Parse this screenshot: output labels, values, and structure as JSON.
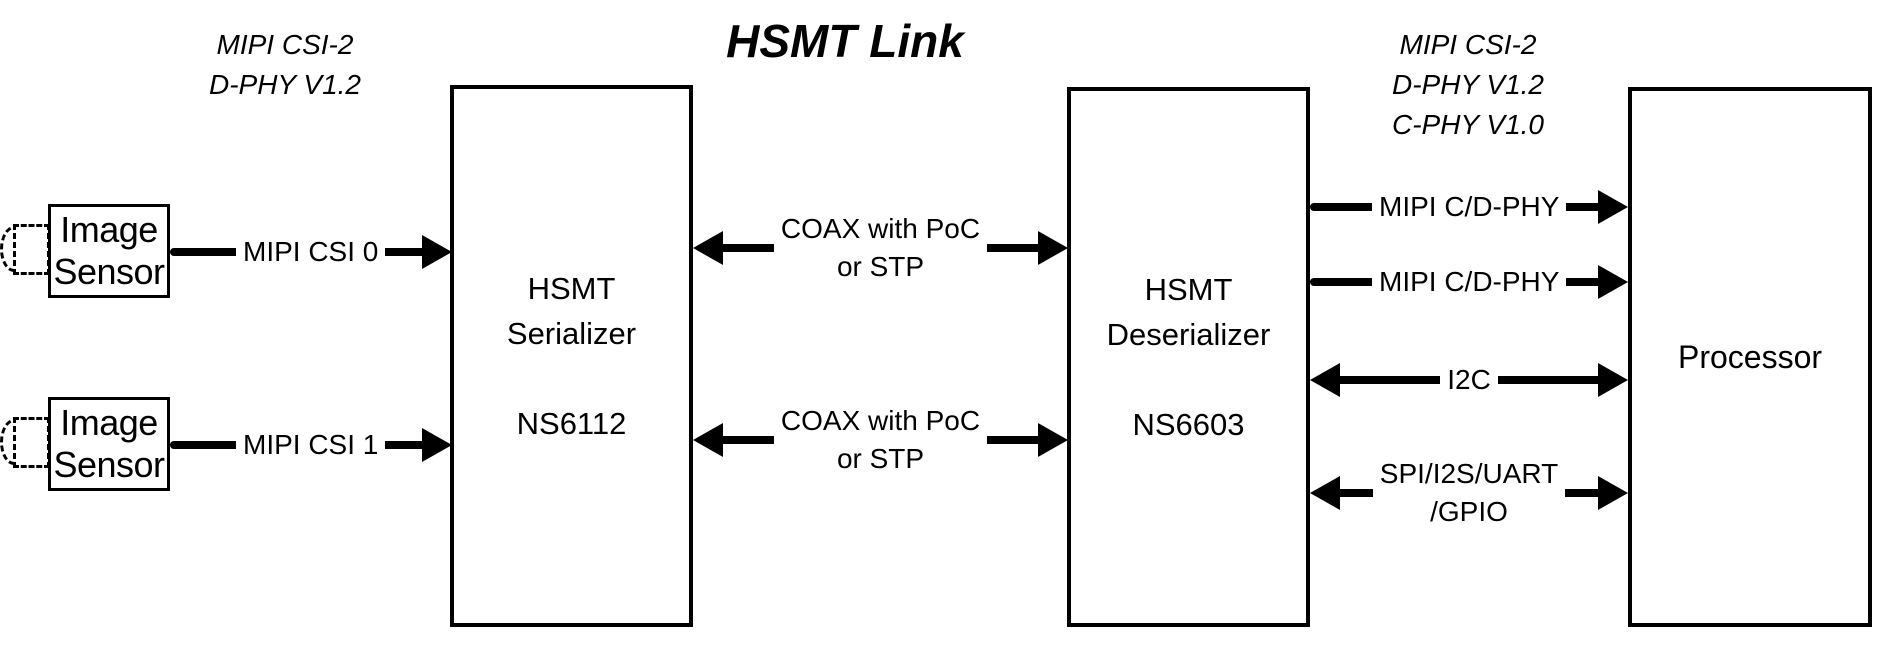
{
  "title": "HSMT Link",
  "annotations": {
    "left": {
      "line1": "MIPI CSI-2",
      "line2": "D-PHY V1.2"
    },
    "right": {
      "line1": "MIPI CSI-2",
      "line2": "D-PHY V1.2",
      "line3": "C-PHY V1.0"
    }
  },
  "blocks": {
    "sensor1": {
      "line1": "Image",
      "line2": "Sensor"
    },
    "sensor2": {
      "line1": "Image",
      "line2": "Sensor"
    },
    "serializer": {
      "line1": "HSMT",
      "line2": "Serializer",
      "part": "NS6112"
    },
    "deserializer": {
      "line1": "HSMT",
      "line2": "Deserializer",
      "part": "NS6603"
    },
    "processor": {
      "label": "Processor"
    }
  },
  "connections": {
    "csi0": {
      "label": "MIPI CSI 0",
      "direction": "right"
    },
    "csi1": {
      "label": "MIPI CSI 1",
      "direction": "right"
    },
    "coax1": {
      "line1": "COAX with PoC",
      "line2": "or STP",
      "direction": "both"
    },
    "coax2": {
      "line1": "COAX with PoC",
      "line2": "or STP",
      "direction": "both"
    },
    "cdphy1": {
      "label": "MIPI C/D-PHY",
      "direction": "right"
    },
    "cdphy2": {
      "label": "MIPI C/D-PHY",
      "direction": "right"
    },
    "i2c": {
      "label": "I2C",
      "direction": "both"
    },
    "spi": {
      "line1": "SPI/I2S/UART",
      "line2": "/GPIO",
      "direction": "both"
    }
  },
  "icons": {
    "arrowhead_right": "solid-triangle-right",
    "arrowhead_left": "solid-triangle-left",
    "camera_lens": "dashed-lens-shape"
  },
  "colors": {
    "ink": "#000000",
    "background": "#ffffff"
  }
}
